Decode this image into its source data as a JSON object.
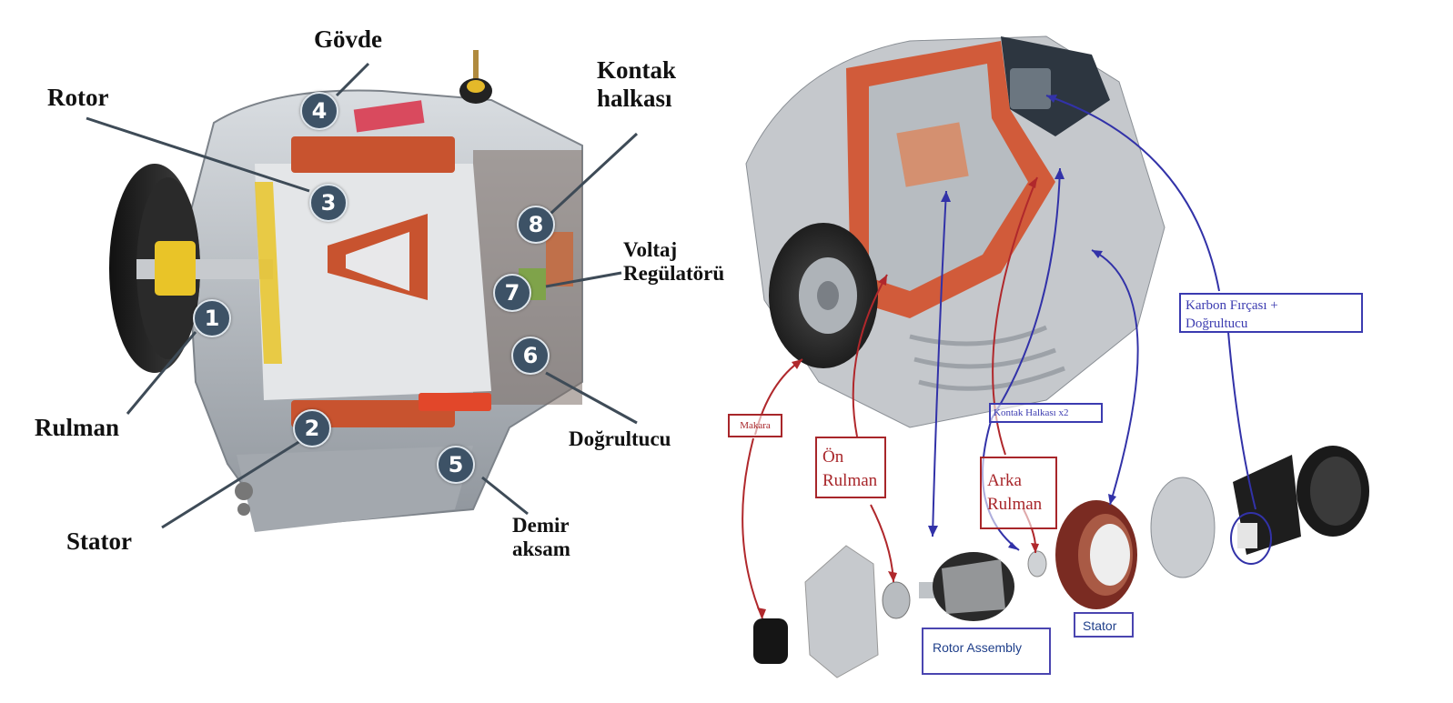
{
  "left_diagram": {
    "labels": {
      "govde": "Gövde",
      "rotor": "Rotor",
      "kontak_1": "Kontak",
      "kontak_2": "halkası",
      "voltaj_1": "Voltaj",
      "voltaj_2": "Regülatörü",
      "rulman": "Rulman",
      "dogrultucu": "Doğrultucu",
      "stator": "Stator",
      "demir_1": "Demir",
      "demir_2": "aksam"
    },
    "badges": [
      "1",
      "2",
      "3",
      "4",
      "5",
      "6",
      "7",
      "8"
    ]
  },
  "right_diagram": {
    "red_labels": {
      "makara": "Makara",
      "on_1": "Ön",
      "on_2": "Rulman",
      "arka_1": "Arka",
      "arka_2": "Rulman"
    },
    "blue_labels": {
      "kontak": "Kontak Halkası x2",
      "karbon_1": "Karbon Fırçası +",
      "karbon_2": "Doğrultucu",
      "rotor_assembly": "Rotor Assembly",
      "stator": "Stator"
    }
  },
  "colors": {
    "copper": "#c8532f",
    "housing": "#b9bec4",
    "red_annotation": "#a8262a",
    "blue_annotation": "#3b3bb0",
    "badge": "#3d5266"
  }
}
